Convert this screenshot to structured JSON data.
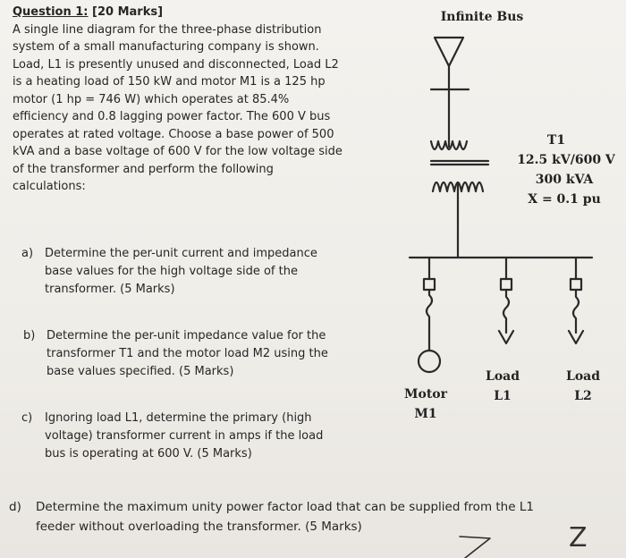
{
  "question": {
    "title_prefix": "Question 1:",
    "title_marks": " [20 Marks]",
    "lines": [
      "A single line diagram for the three-phase distribution",
      "system of a small manufacturing company is shown.",
      "Load, L1 is presently unused and disconnected, Load L2",
      "is a heating load of 150 kW and motor M1 is a 125 hp",
      "motor (1 hp = 746 W) which operates at 85.4%",
      "efficiency and 0.8 lagging power factor. The 600 V bus",
      "operates at rated voltage.  Choose a base power of 500",
      "kVA and a base voltage of 600 V for the low voltage side",
      "of the transformer and perform the following",
      "calculations:"
    ]
  },
  "parts": {
    "a": {
      "label": "a)",
      "lines": [
        "Determine the per-unit current and impedance",
        "base values for the high voltage side of the",
        "transformer. (5 Marks)"
      ]
    },
    "b": {
      "label": "b)",
      "lines": [
        "Determine the per-unit impedance value for the",
        "transformer T1 and the motor load M2 using the",
        "base values specified. (5 Marks)"
      ]
    },
    "c": {
      "label": "c)",
      "lines": [
        "Ignoring load L1, determine the primary (high",
        "voltage) transformer current in amps if the load",
        "bus is operating at 600 V. (5 Marks)"
      ]
    },
    "d": {
      "label": "d)",
      "lines": [
        "Determine the maximum unity power factor load that can be supplied from the L1",
        "feeder without overloading the transformer. (5 Marks)"
      ]
    }
  },
  "diagram": {
    "infinite_bus": "Infinite Bus",
    "transformer_name": "T1",
    "transformer_voltage": "12.5 kV/600 V",
    "transformer_power": "300 kVA",
    "transformer_reactance": "X = 0.1 pu",
    "motor_label": "Motor",
    "motor_id": "M1",
    "load1_label": "Load",
    "load1_id": "L1",
    "load2_label": "Load",
    "load2_id": "L2"
  },
  "scribble": "Z"
}
